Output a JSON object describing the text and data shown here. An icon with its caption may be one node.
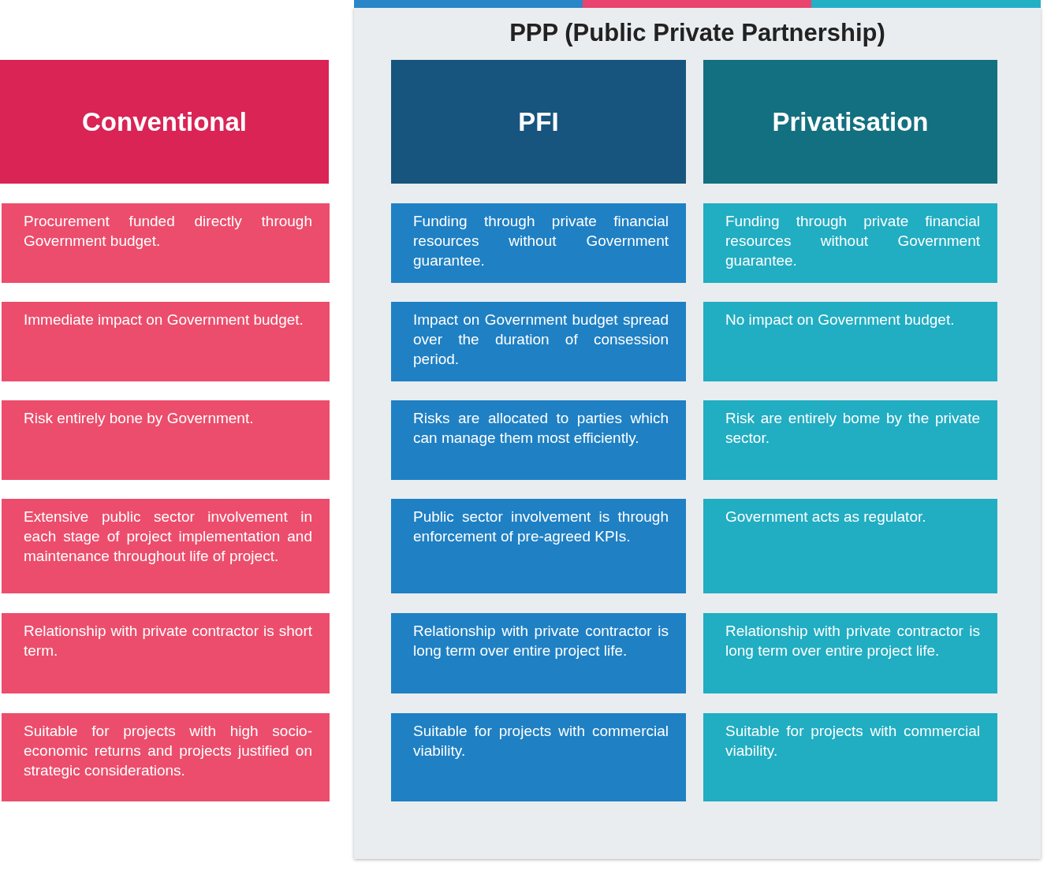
{
  "diagram": {
    "nodes": [
      {
        "text": [
          "Conventional"
        ]
      },
      {
        "text": [
          "Procurement funded directly through Government budget."
        ]
      },
      {
        "text": [
          "Immediate impact on Government budget."
        ]
      },
      {
        "text": [
          "Risk entirely bone by Government."
        ]
      },
      {
        "text": [
          "Extensive public sector involvement in each stage of project implementation and maintenance throughout life of project."
        ]
      },
      {
        "text": [
          "Relationship with private contractor is short term."
        ]
      },
      {
        "text": [
          "Suitable for projects with high socio-economic returns and projects justified on strategic considerations."
        ]
      },
      {
        "text": [
          "PPP (Public Private Partnership)"
        ]
      },
      {
        "text": [
          "PFI"
        ],
        "in": 7
      },
      {
        "text": [
          "Funding through private financial resources without Government guarantee."
        ],
        "in": 7
      },
      {
        "text": [
          "Impact on Government budget spread over the duration of consession period."
        ],
        "in": 7
      },
      {
        "text": [
          "Risks are allocated to parties which can manage them most efficiently."
        ],
        "in": 7
      },
      {
        "text": [
          "Public sector involvement is through enforcement of pre-agreed KPIs."
        ],
        "in": 7
      },
      {
        "text": [
          "Relationship with private contractor is long term over entire project life."
        ],
        "in": 7
      },
      {
        "text": [
          "Suitable for projects with commercial viability."
        ],
        "in": 7
      },
      {
        "text": [
          "Privatisation"
        ],
        "in": 7
      },
      {
        "text": [
          "Funding through private financial resources without Government guarantee."
        ],
        "in": 7
      },
      {
        "text": [
          "No impact on Government budget."
        ],
        "in": 7
      },
      {
        "text": [
          "Risk are entirely bome by the private sector."
        ],
        "in": 7
      },
      {
        "text": [
          "Government acts as regulator."
        ],
        "in": 7
      },
      {
        "text": [
          "Relationship with private contractor is long term over entire project life."
        ],
        "in": 7
      },
      {
        "text": [
          "Suitable for projects with commercial viability."
        ],
        "in": 7
      }
    ]
  }
}
